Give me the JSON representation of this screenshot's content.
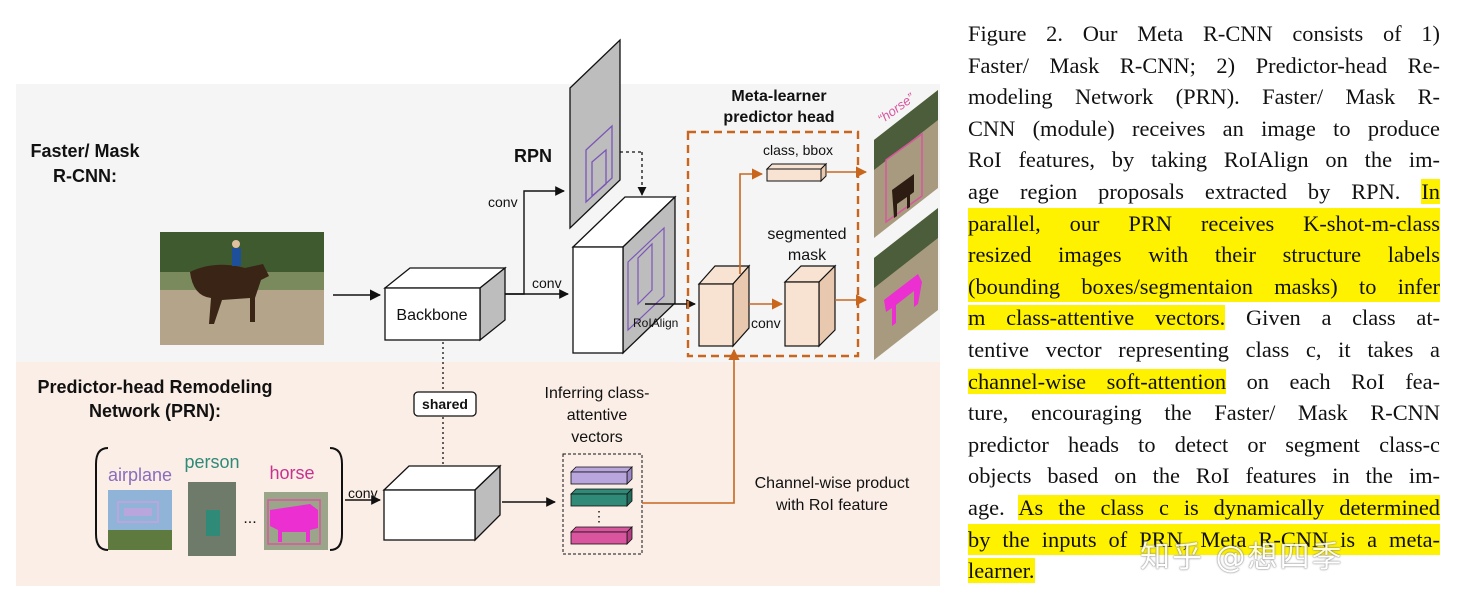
{
  "diagram": {
    "faster_label_1": "Faster/ Mask",
    "faster_label_2": "R-CNN:",
    "prn_label_1": "Predictor-head Remodeling",
    "prn_label_2": "Network (PRN):",
    "rpn": "RPN",
    "backbone": "Backbone",
    "conv_top": "conv",
    "conv_mid": "conv",
    "conv_head": "conv",
    "conv_prn": "conv",
    "roialign": "RoIAlign",
    "meta_learner_1": "Meta-learner",
    "meta_learner_2": "predictor head",
    "class_bbox": "class, bbox",
    "segmented_1": "segmented",
    "segmented_2": "mask",
    "shared": "shared",
    "inferring_1": "Inferring class-",
    "inferring_2": "attentive",
    "inferring_3": "vectors",
    "channel_1": "Channel-wise product",
    "channel_2": "with RoI feature",
    "cls_airplane": "airplane",
    "cls_person": "person",
    "cls_horse": "horse",
    "dots": "...",
    "horse_tag": "“horse”"
  },
  "caption": {
    "l1": "Figure 2. Our Meta R-CNN consists of 1)",
    "l2": "Faster/ Mask R-CNN; 2) Predictor-head Re-",
    "l3": "modeling Network (PRN). Faster/ Mask R-",
    "l4": "CNN (module) receives an image to produce",
    "l5": "RoI features, by taking RoIAlign on the im-",
    "l6a": "age region proposals extracted by RPN. ",
    "l6b": "In",
    "l7": "parallel, our PRN receives K-shot-m-class",
    "l8": "resized images with their structure labels",
    "l9": "(bounding boxes/segmentaion masks) to infer",
    "l10a": "m class-attentive vectors.",
    "l10b": " Given a class at-",
    "l11": "tentive vector representing class c, it takes a",
    "l12a": "channel-wise soft-attention",
    "l12b": " on each RoI fea-",
    "l13": "ture, encouraging the Faster/ Mask R-CNN",
    "l14": "predictor heads to detect or segment class-c",
    "l15": "objects based on the RoI features in the im-",
    "l16a": "age. ",
    "l16b": "As the class c is dynamically determined",
    "l17": "by the inputs of PRN, Meta R-CNN is a meta-",
    "l18": "learner."
  },
  "watermark": "知乎 @想四季",
  "colors": {
    "top_panel": "#f5f5f5",
    "bottom_panel": "#fbeee6",
    "orange": "#c8661e",
    "roi_fill": "#f8e3d2",
    "vec_purple": "#b9a6dc",
    "vec_teal": "#2f8a78",
    "vec_pink": "#d9569f"
  }
}
